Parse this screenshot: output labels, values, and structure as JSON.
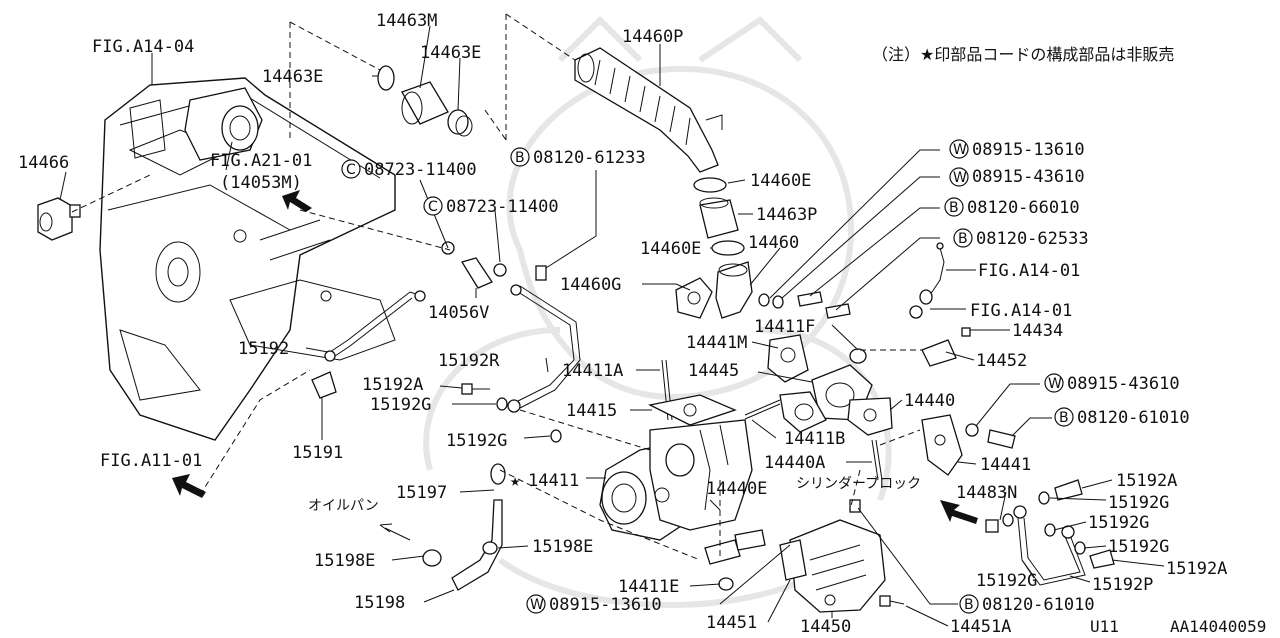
{
  "diagram": {
    "note": "（注）★印部品コードの構成部品は非販売",
    "footer_code": "U11",
    "footer_ref": "AA14040059",
    "figure_refs": {
      "fig_a14_04": "FIG.A14-04",
      "fig_a21_01": "FIG.A21-01",
      "fig_a21_01_sub": "(14053M)",
      "fig_a11_01": "FIG.A11-01",
      "fig_a14_01_a": "FIG.A14-01",
      "fig_a14_01_b": "FIG.A14-01"
    },
    "places": {
      "oil_pan": "オイルパン",
      "cylinder_block": "シリンダーブロック"
    },
    "star": "★",
    "badges": {
      "circled_c": "C",
      "circled_b": "B",
      "circled_w": "W"
    },
    "parts": {
      "p14463M": "14463M",
      "p14463E_left": "14463E",
      "p14463E_right": "14463E",
      "p14460P": "14460P",
      "p14466": "14466",
      "c08723_a": "08723-11400",
      "c08723_b": "08723-11400",
      "b08120_61233": "08120-61233",
      "p14460E_a": "14460E",
      "p14463P": "14463P",
      "p14460E_b": "14460E",
      "p14460": "14460",
      "p14056V": "14056V",
      "p14460G": "14460G",
      "w08915_13610_a": "08915-13610",
      "w08915_43610_a": "08915-43610",
      "b08120_66010": "08120-66010",
      "b08120_62533": "08120-62533",
      "p14411F": "14411F",
      "p14434": "14434",
      "p14441M": "14441M",
      "p14452": "14452",
      "p15192_main": "15192",
      "p15192R": "15192R",
      "p14411A": "14411A",
      "p14445": "14445",
      "p15192A_a": "15192A",
      "p14440": "14440",
      "w08915_43610_b": "08915-43610",
      "p15192G_a": "15192G",
      "p14415": "14415",
      "b08120_61010_a": "08120-61010",
      "p14411B": "14411B",
      "p15192G_b": "15192G",
      "p15191": "15191",
      "p14440A": "14440A",
      "p14441": "14441",
      "p14411": "14411",
      "p15192A_b": "15192A",
      "p15197": "15197",
      "p14440E": "14440E",
      "p14483N": "14483N",
      "p15192G_c": "15192G",
      "p15192G_d": "15192G",
      "p15198E_a": "15198E",
      "p15198E_b": "15198E",
      "p15192G_e": "15192G",
      "p15192A_c": "15192A",
      "p15192G_f": "15192G",
      "p15192P": "15192P",
      "p14411E": "14411E",
      "p15198": "15198",
      "w08915_13610_b": "08915-13610",
      "b08120_61010_b": "08120-61010",
      "p14451": "14451",
      "p14450": "14450",
      "p14451A": "14451A"
    }
  }
}
